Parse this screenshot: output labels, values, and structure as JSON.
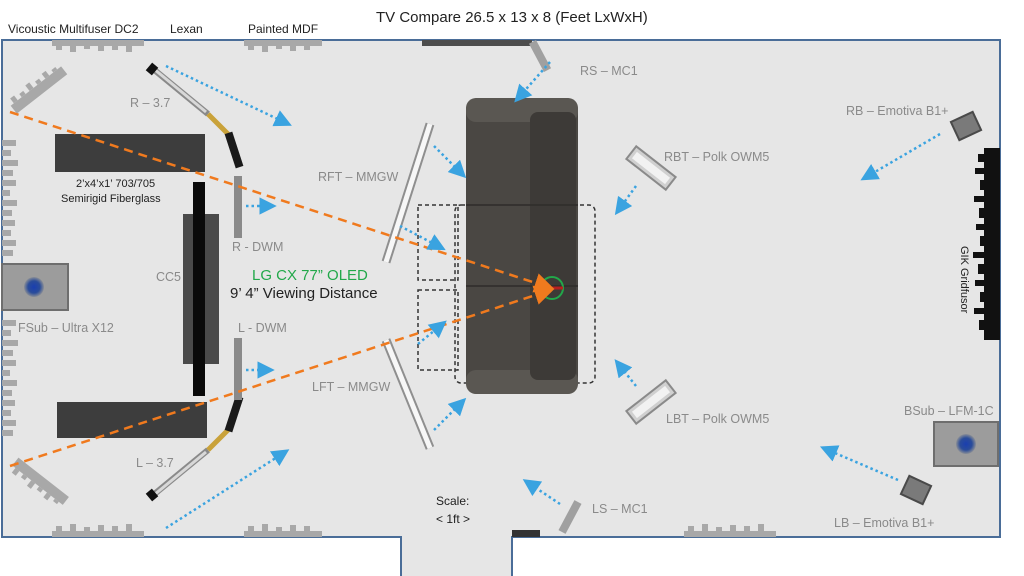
{
  "title": "TV Compare 26.5 x 13 x 8  (Feet LxWxH)",
  "top_labels": {
    "vicoustic": "Vicoustic Multifuser DC2",
    "lexan": "Lexan",
    "painted_mdf": "Painted MDF"
  },
  "speakers": {
    "r": "R – 3.7",
    "l": "L – 3.7",
    "r_dwm": "R - DWM",
    "l_dwm": "L - DWM",
    "cc": "CC5",
    "rft": "RFT – MMGW",
    "lft": "LFT – MMGW",
    "rs": "RS – MC1",
    "ls": "LS – MC1",
    "rbt": "RBT – Polk OWM5",
    "lbt": "LBT – Polk OWM5",
    "rb": "RB – Emotiva B1+",
    "lb": "LB – Emotiva B1+",
    "fsub": "FSub – Ultra X12",
    "bsub": "BSub – LFM-1C"
  },
  "treatment": {
    "fiberglass_line1": "2’x4’x1’ 703/705",
    "fiberglass_line2": "Semirigid Fiberglass",
    "gridfusor": "GIK Gridfusor"
  },
  "tv": {
    "model": "LG CX 77” OLED",
    "distance": "9’ 4” Viewing Distance"
  },
  "scale": {
    "label": "Scale:",
    "value": "< 1ft >"
  },
  "colors": {
    "room": "#e6e6e6",
    "wall": "#4a6d98",
    "sofa": "#4a4743",
    "panel": "#3d3d3d",
    "speaker": "#b8b8b8",
    "arrow_blue": "#3aa3e0",
    "arrow_orange": "#f07a1e",
    "accent_green": "#22a84a"
  }
}
